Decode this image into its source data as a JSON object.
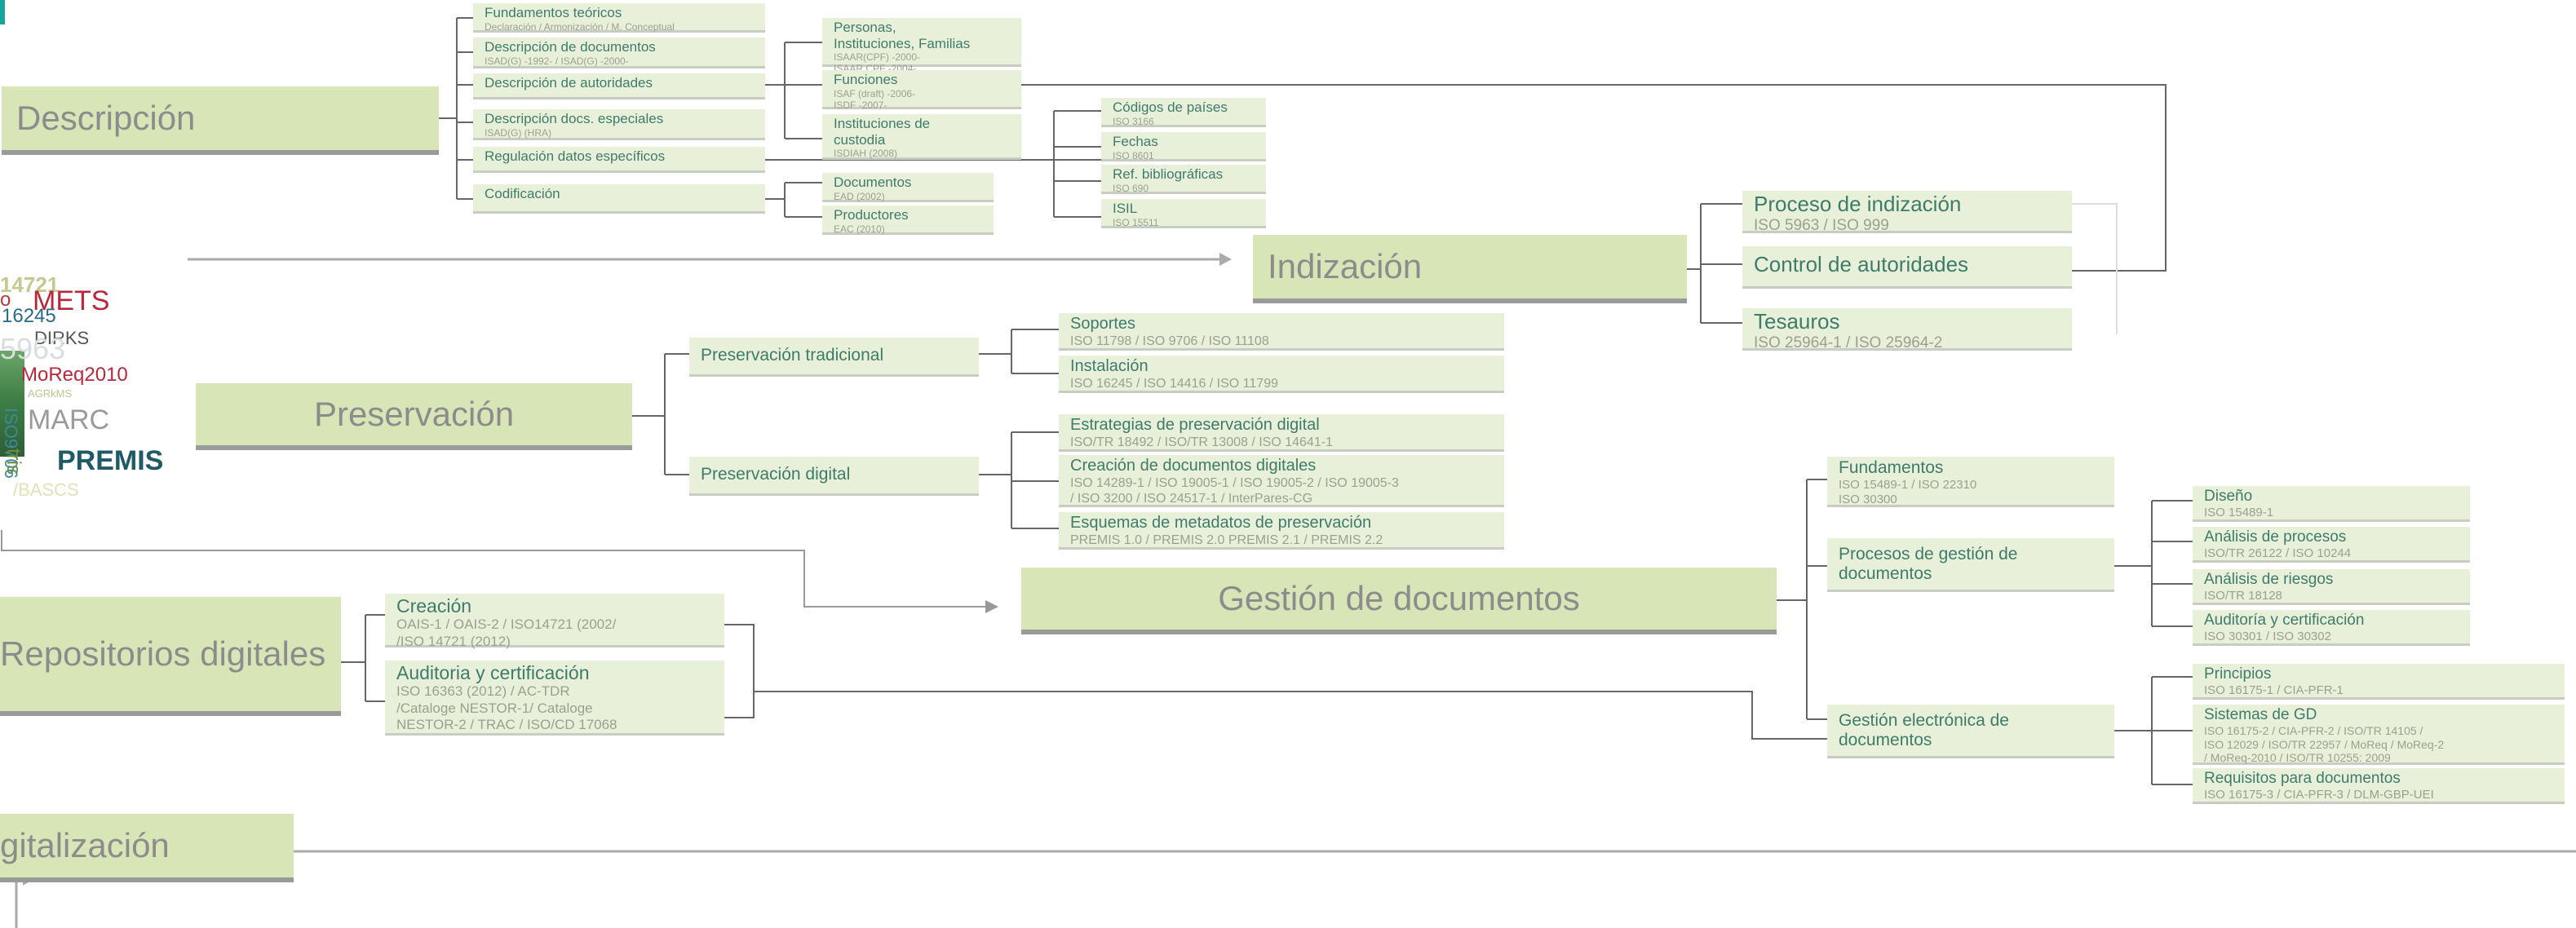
{
  "categories": {
    "descripcion": "Descripción",
    "indizacion": "Indización",
    "preservacion": "Preservación",
    "repositorios": "Repositorios digitales",
    "gestion": "Gestión de documentos",
    "digitalizacion": "gitalización"
  },
  "descripcion": {
    "fundamentos": {
      "title": "Fundamentos teóricos",
      "sub": "Declaración / Armonización / M. Conceptual"
    },
    "desc_documentos": {
      "title": "Descripción de documentos",
      "sub": "ISAD(G) -1992- / ISAD(G) -2000-"
    },
    "desc_autoridades": {
      "title": "Descripción de autoridades",
      "sub": ""
    },
    "desc_especiales": {
      "title": "Descripción docs. especiales",
      "sub": "ISAD(G) (HRA)"
    },
    "regulacion": {
      "title": "Regulación datos específicos",
      "sub": ""
    },
    "codificacion": {
      "title": "Codificación",
      "sub": ""
    },
    "personas": {
      "title": "Personas,\nInstituciones, Familias",
      "sub": "ISAAR(CPF) -2000-\nISAAR CPF -2004-"
    },
    "funciones": {
      "title": "Funciones",
      "sub": "ISAF (draft) -2006-\nISDF -2007-"
    },
    "instituciones": {
      "title": "Instituciones de\ncustodia",
      "sub": "ISDIAH (2008)"
    },
    "documentos": {
      "title": "Documentos",
      "sub": "EAD (2002)"
    },
    "productores": {
      "title": "Productores",
      "sub": "EAC (2010)"
    },
    "codigos": {
      "title": "Códigos de países",
      "sub": "ISO 3166"
    },
    "fechas": {
      "title": "Fechas",
      "sub": "ISO 8601"
    },
    "ref_bib": {
      "title": "Ref. bibliográficas",
      "sub": "ISO 690"
    },
    "isil": {
      "title": "ISIL",
      "sub": "ISO 15511"
    }
  },
  "indizacion": {
    "proceso": {
      "title": "Proceso de indización",
      "sub": "ISO 5963 / ISO 999"
    },
    "control": {
      "title": "Control de autoridades",
      "sub": ""
    },
    "tesauros": {
      "title": "Tesauros",
      "sub": "ISO 25964-1 / ISO 25964-2"
    }
  },
  "preservacion": {
    "tradicional": {
      "title": "Preservación tradicional",
      "sub": ""
    },
    "digital": {
      "title": "Preservación digital",
      "sub": ""
    },
    "soportes": {
      "title": "Soportes",
      "sub": "ISO 11798 / ISO 9706 / ISO 11108"
    },
    "instalacion": {
      "title": "Instalación",
      "sub": "ISO 16245 / ISO 14416 / ISO 11799"
    },
    "estrategias": {
      "title": "Estrategias de preservación digital",
      "sub": "ISO/TR 18492 /  ISO/TR 13008 / ISO 14641-1"
    },
    "creacion_docs": {
      "title": "Creación de documentos digitales",
      "sub": "ISO 14289-1 / ISO 19005-1 / ISO 19005-2 / ISO 19005-3\n/ ISO 3200 /  ISO 24517-1 /  InterPares-CG"
    },
    "esquemas": {
      "title": "Esquemas de metadatos de preservación",
      "sub": "PREMIS 1.0 / PREMIS 2.0 PREMIS 2.1 / PREMIS 2.2"
    }
  },
  "repositorios": {
    "creacion": {
      "title": "Creación",
      "sub": "OAIS-1 / OAIS-2 / ISO14721 (2002/\n/ISO 14721 (2012)"
    },
    "auditoria": {
      "title": "Auditoria y certificación",
      "sub": "ISO 16363 (2012) / AC-TDR\n/Cataloge NESTOR-1/ Cataloge\nNESTOR-2 / TRAC / ISO/CD 17068"
    }
  },
  "gestion": {
    "fundamentos": {
      "title": "Fundamentos",
      "sub": "ISO 15489-1 / ISO 22310\nISO 30300"
    },
    "procesos": {
      "title": "Procesos de gestión de\ndocumentos",
      "sub": ""
    },
    "electronica": {
      "title": "Gestión electrónica de\ndocumentos",
      "sub": ""
    },
    "diseno": {
      "title": "Diseño",
      "sub": "ISO 15489-1"
    },
    "analisis_procesos": {
      "title": "Análisis de procesos",
      "sub": "ISO/TR 26122 /  ISO 10244"
    },
    "analisis_riesgos": {
      "title": "Análisis de riesgos",
      "sub": "ISO/TR 18128"
    },
    "auditoria": {
      "title": "Auditoría y certificación",
      "sub": "ISO 30301 / ISO 30302"
    },
    "principios": {
      "title": "Principios",
      "sub": "ISO 16175-1 / CIA-PFR-1"
    },
    "sistemas": {
      "title": "Sistemas de GD",
      "sub": "ISO 16175-2 / CIA-PFR-2 / ISO/TR 14105 /\nISO 12029 / ISO/TR 22957 / MoReq / MoReq-2\n/ MoReq-2010 / ISO/TR 10255: 2009"
    },
    "requisitos": {
      "title": "Requisitos para documentos",
      "sub": "ISO 16175-3 / CIA-PFR-3 / DLM-GBP-UEI"
    }
  },
  "cloud": {
    "w14721": "14721",
    "wmets": "METS",
    "wo": "o",
    "w16245": "16245",
    "wdirks": "DIRKS",
    "w5963": "5963",
    "wmoreq": "MoReq2010",
    "wagrkms": "AGRkMS",
    "wmarc": "MARC",
    "wiso9706": "ISO9706",
    "wpremis": "PREMIS",
    "wbascs": "/BASCS",
    "wtris": "tris"
  },
  "colors": {
    "category_bg": "#d8e6b7",
    "box_bg": "#e9f0da",
    "title_text": "#3e7c6a",
    "sub_text": "#9aa090",
    "category_text": "#8c8c8c",
    "line": "#666666"
  }
}
